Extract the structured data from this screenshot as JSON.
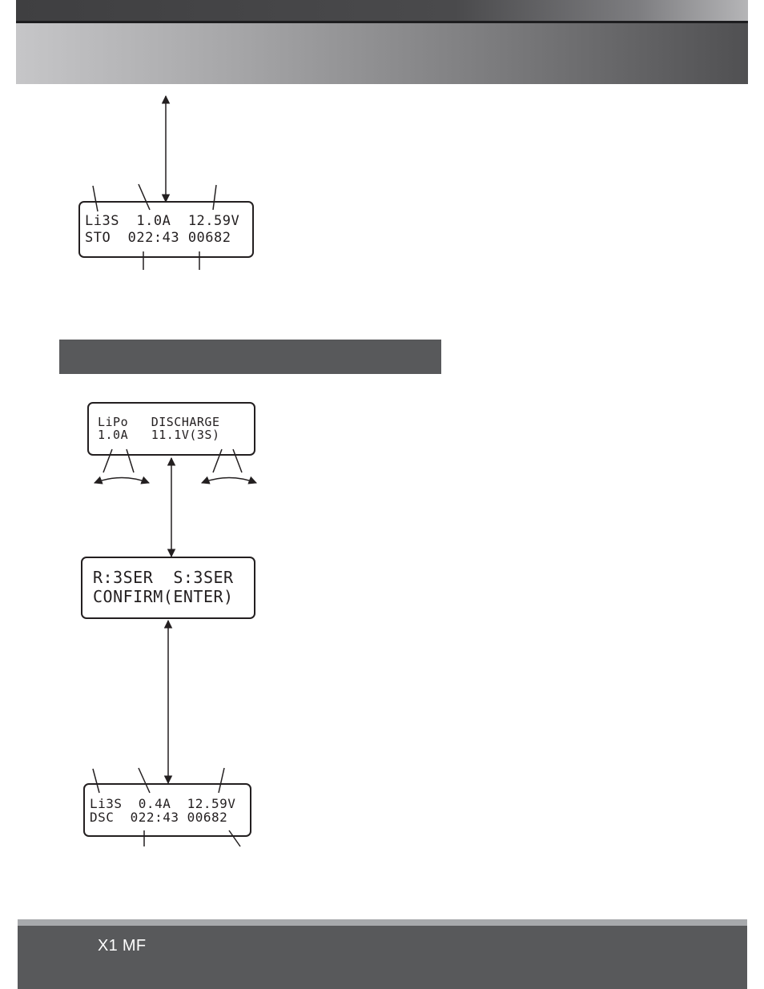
{
  "footer": {
    "product_name": "X1 MF"
  },
  "storage_screen": {
    "line1": "Li3S  1.0A  12.59V",
    "line2": "STO  022:43 00682"
  },
  "discharge_setup_screen": {
    "line1": "LiPo   DISCHARGE",
    "line2": "1.0A   11.1V(3S)"
  },
  "confirm_screen": {
    "line1": "R:3SER  S:3SER",
    "line2": "CONFIRM(ENTER)"
  },
  "discharge_status_screen": {
    "line1": "Li3S  0.4A  12.59V",
    "line2": "DSC  022:43 00682"
  },
  "colors": {
    "header_dark": "#3f3f41",
    "section_bar": "#58595b",
    "footer_band": "#58595b",
    "footer_top": "#a7a9ac",
    "line": "#231f20"
  }
}
